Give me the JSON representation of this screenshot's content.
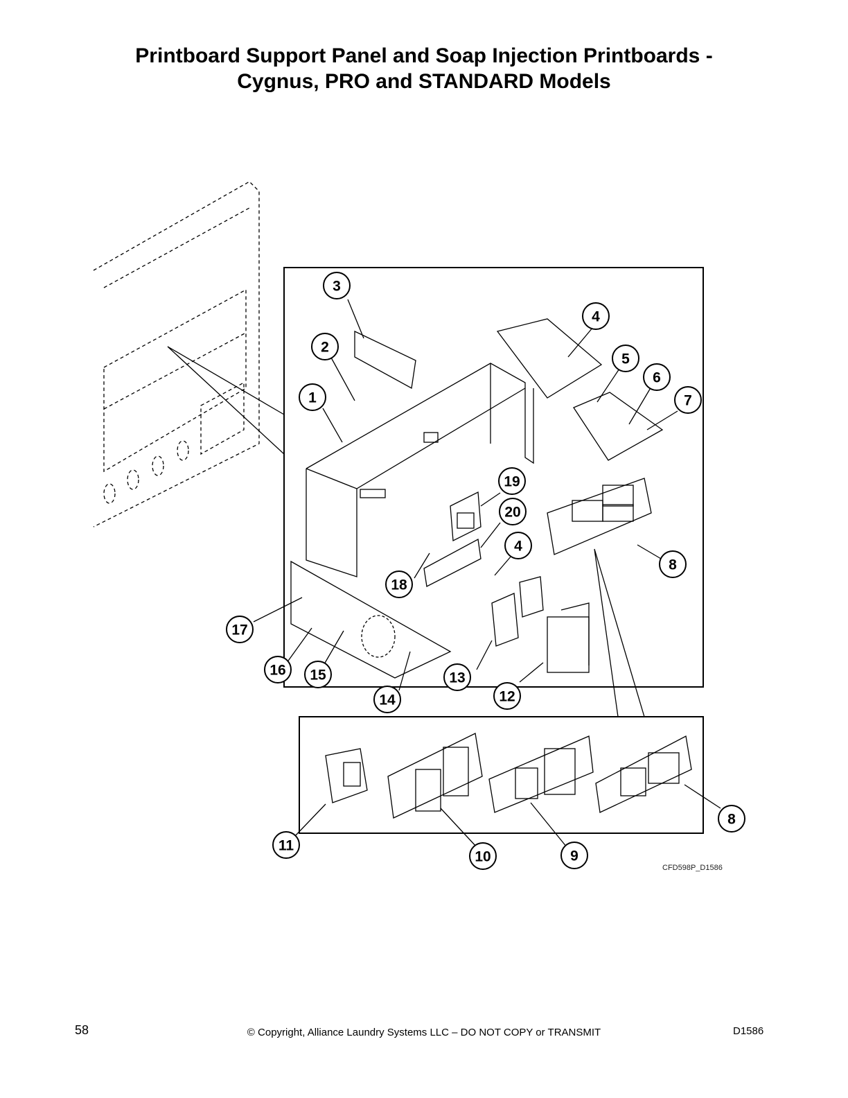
{
  "page": {
    "title_line1": "Printboard Support Panel and Soap Injection Printboards -",
    "title_line2": "Cygnus, PRO and STANDARD Models",
    "figure_code": "CFD598P_D1586",
    "page_number": "58",
    "copyright": "© Copyright, Alliance Laundry Systems LLC – DO NOT COPY or TRANSMIT",
    "doc_id": "D1586"
  },
  "callouts": [
    "3",
    "4",
    "2",
    "5",
    "6",
    "1",
    "7",
    "19",
    "20",
    "4",
    "8",
    "18",
    "17",
    "16",
    "15",
    "13",
    "12",
    "14",
    "8",
    "11",
    "10",
    "9"
  ]
}
